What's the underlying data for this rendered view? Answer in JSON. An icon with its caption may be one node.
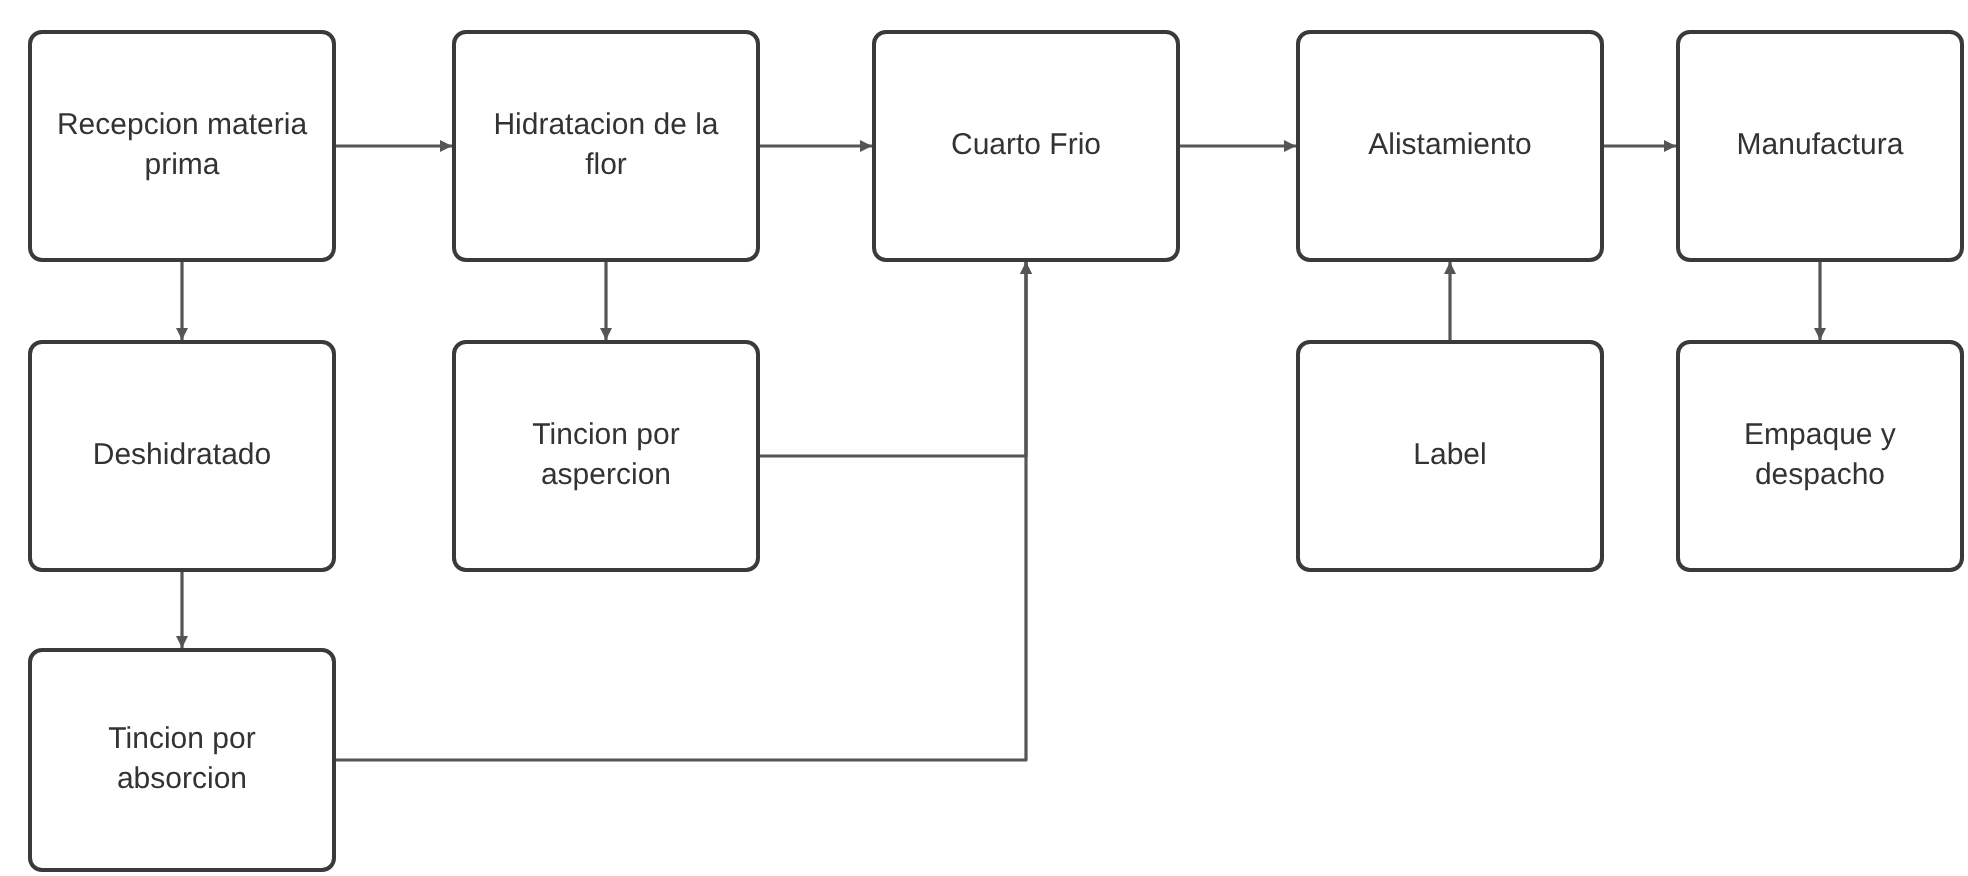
{
  "diagram": {
    "nodes": [
      {
        "text": [
          "Recepcion materia prima"
        ]
      },
      {
        "text": [
          "Hidratacion de la flor"
        ]
      },
      {
        "text": [
          "Cuarto Frio"
        ]
      },
      {
        "text": [
          "Alistamiento"
        ]
      },
      {
        "text": [
          "Manufactura"
        ]
      },
      {
        "text": [
          "Deshidratado"
        ]
      },
      {
        "text": [
          "Tincion por aspercion"
        ]
      },
      {
        "text": [
          "Label"
        ]
      },
      {
        "text": [
          "Empaque y despacho"
        ]
      },
      {
        "text": [
          "Tincion por absorcion"
        ]
      }
    ],
    "edges": [
      {
        "from": 0,
        "to": 1,
        "arrow": "to"
      },
      {
        "from": 1,
        "to": 2,
        "arrow": "to"
      },
      {
        "from": 2,
        "to": 3,
        "arrow": "to"
      },
      {
        "from": 3,
        "to": 4,
        "arrow": "to"
      },
      {
        "from": 0,
        "to": 5,
        "arrow": "to"
      },
      {
        "from": 1,
        "to": 6,
        "arrow": "to"
      },
      {
        "from": 7,
        "to": 3,
        "arrow": "to"
      },
      {
        "from": 4,
        "to": 8,
        "arrow": "to"
      },
      {
        "from": 5,
        "to": 9,
        "arrow": "to"
      },
      {
        "from": 6,
        "to": 2,
        "arrow": "to"
      },
      {
        "from": 9,
        "to": 2,
        "arrow": "to"
      }
    ]
  }
}
